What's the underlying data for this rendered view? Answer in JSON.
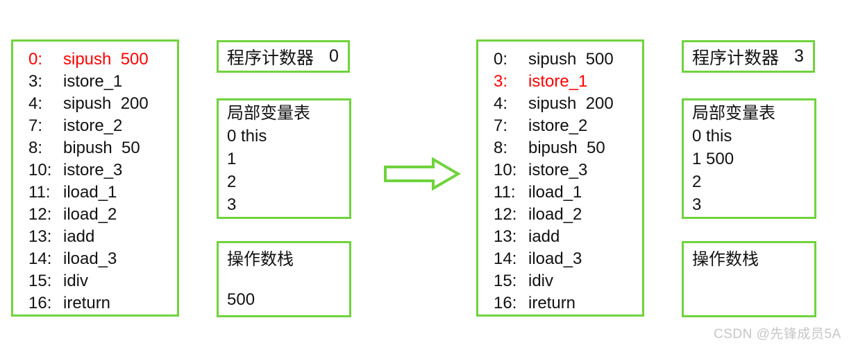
{
  "colors": {
    "border_green": "#6fd33c",
    "highlight_red": "#ff0000",
    "text_black": "#111111",
    "watermark_gray": "#c6c6c6"
  },
  "icons": {
    "transition_arrow": "right-arrow-icon"
  },
  "left_frame": {
    "bytecode": [
      {
        "index": "0:",
        "instruction": "sipush  500",
        "highlight": true
      },
      {
        "index": "3:",
        "instruction": "istore_1"
      },
      {
        "index": "4:",
        "instruction": "sipush  200"
      },
      {
        "index": "7:",
        "instruction": "istore_2"
      },
      {
        "index": "8:",
        "instruction": "bipush  50"
      },
      {
        "index": "10:",
        "instruction": "istore_3"
      },
      {
        "index": "11:",
        "instruction": "iload_1"
      },
      {
        "index": "12:",
        "instruction": "iload_2"
      },
      {
        "index": "13:",
        "instruction": "iadd"
      },
      {
        "index": "14:",
        "instruction": "iload_3"
      },
      {
        "index": "15:",
        "instruction": "idiv"
      },
      {
        "index": "16:",
        "instruction": "ireturn"
      }
    ],
    "pc": {
      "label": "程序计数器",
      "value": "0"
    },
    "locals": {
      "title": "局部变量表",
      "slots": [
        "0 this",
        "1",
        "2",
        "3"
      ]
    },
    "stack": {
      "title": "操作数栈",
      "values": [
        "500"
      ]
    }
  },
  "right_frame": {
    "bytecode": [
      {
        "index": "0:",
        "instruction": "sipush  500"
      },
      {
        "index": "3:",
        "instruction": "istore_1",
        "highlight": true
      },
      {
        "index": "4:",
        "instruction": "sipush  200"
      },
      {
        "index": "7:",
        "instruction": "istore_2"
      },
      {
        "index": "8:",
        "instruction": "bipush  50"
      },
      {
        "index": "10:",
        "instruction": "istore_3"
      },
      {
        "index": "11:",
        "instruction": "iload_1"
      },
      {
        "index": "12:",
        "instruction": "iload_2"
      },
      {
        "index": "13:",
        "instruction": "iadd"
      },
      {
        "index": "14:",
        "instruction": "iload_3"
      },
      {
        "index": "15:",
        "instruction": "idiv"
      },
      {
        "index": "16:",
        "instruction": "ireturn"
      }
    ],
    "pc": {
      "label": "程序计数器",
      "value": "3"
    },
    "locals": {
      "title": "局部变量表",
      "slots": [
        "0 this",
        "1 500",
        "2",
        "3"
      ]
    },
    "stack": {
      "title": "操作数栈",
      "values": []
    }
  },
  "watermark": "CSDN @先锋成员5A"
}
